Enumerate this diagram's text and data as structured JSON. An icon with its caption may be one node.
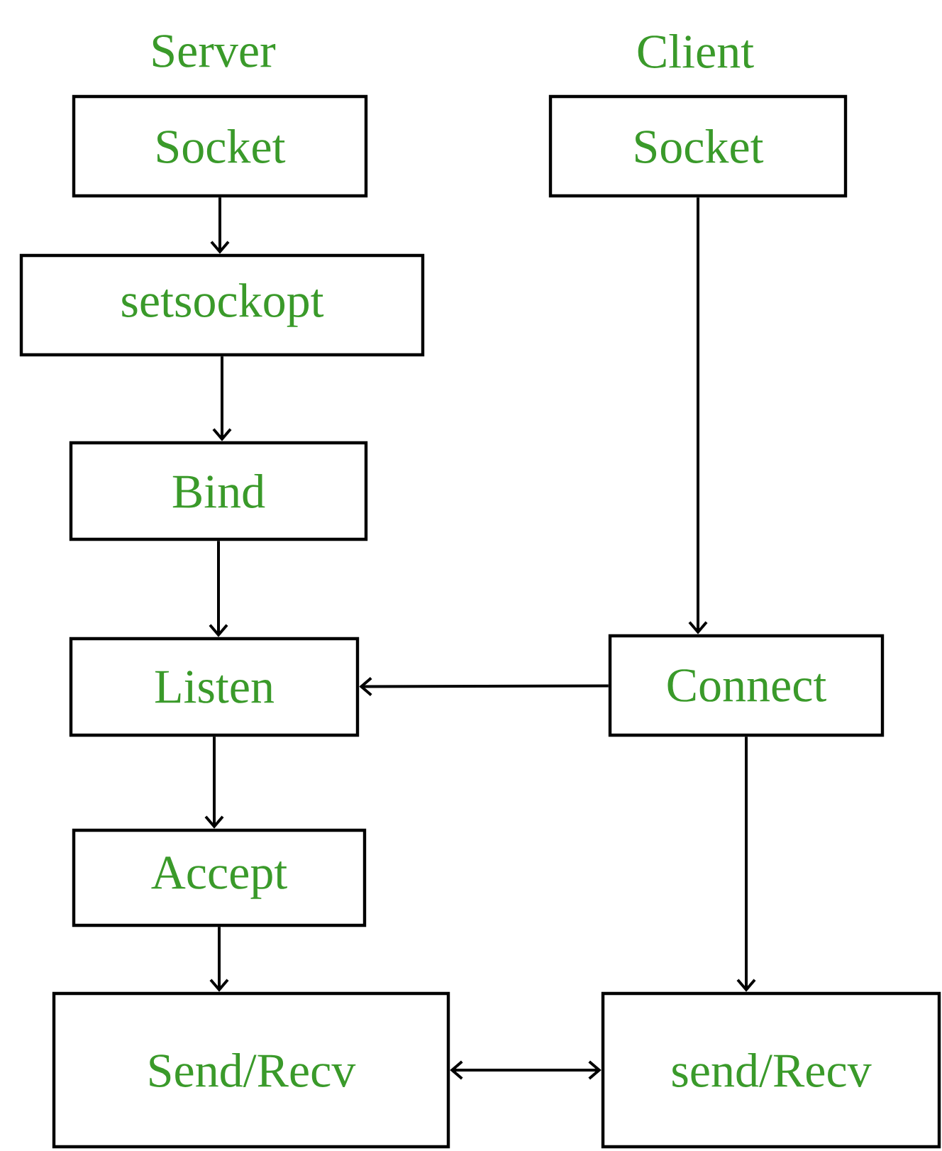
{
  "diagram": {
    "nodes": [
      {
        "text": [
          "Socket"
        ]
      },
      {
        "text": [
          "setsockopt"
        ]
      },
      {
        "text": [
          "Bind"
        ]
      },
      {
        "text": [
          "Listen"
        ]
      },
      {
        "text": [
          "Accept"
        ]
      },
      {
        "text": [
          "Send/Recv"
        ]
      },
      {
        "text": [
          "Socket"
        ]
      },
      {
        "text": [
          "Connect"
        ]
      },
      {
        "text": [
          "send/Recv"
        ]
      }
    ],
    "edges": [
      {
        "from": 0,
        "to": 1,
        "arrow": "to"
      },
      {
        "from": 1,
        "to": 2,
        "arrow": "to"
      },
      {
        "from": 2,
        "to": 3,
        "arrow": "to"
      },
      {
        "from": 7,
        "to": 3,
        "arrow": "to"
      },
      {
        "from": 3,
        "to": 4,
        "arrow": "to"
      },
      {
        "from": 4,
        "to": 5,
        "arrow": "to"
      },
      {
        "from": 6,
        "to": 7,
        "arrow": "to"
      },
      {
        "from": 7,
        "to": 8,
        "arrow": "to"
      },
      {
        "from": 5,
        "to": 8,
        "arrow": "both"
      }
    ],
    "labels": [
      "Server",
      "Client"
    ]
  }
}
